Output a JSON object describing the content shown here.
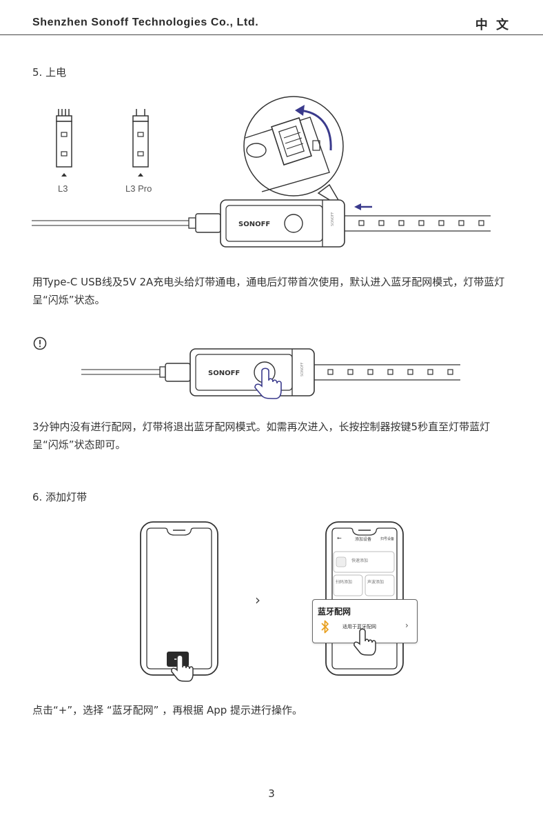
{
  "header": {
    "company": "Shenzhen Sonoff Technologies Co., Ltd.",
    "language": "中 文"
  },
  "section5": {
    "title": "5. 上电",
    "connector_labels": [
      "L3",
      "L3 Pro"
    ],
    "brand": "SONOFF",
    "paragraph": "用Type-C USB线及5V 2A充电头给灯带通电，通电后灯带首次使用，默认进入蓝牙配网模式，灯带蓝灯呈“闪烁”状态。",
    "note_paragraph": "3分钟内没有进行配网，灯带将退出蓝牙配网模式。如需再次进入，长按控制器按键5秒直至灯带蓝灯呈“闪烁”状态即可。"
  },
  "section6": {
    "title": "6. 添加灯带",
    "arrow": "›",
    "phone2": {
      "nav_title": "添加设备",
      "nav_right": "扫号设备",
      "card1_title": "快速添加",
      "card2_title": "扫码添加",
      "card3_title": "声波添加",
      "popup_title": "蓝牙配网",
      "popup_sub": "适用于蓝牙配网"
    },
    "paragraph": "点击“+”，选择 “蓝牙配网” ，再根据 App 提示进行操作。"
  },
  "page_number": "3"
}
